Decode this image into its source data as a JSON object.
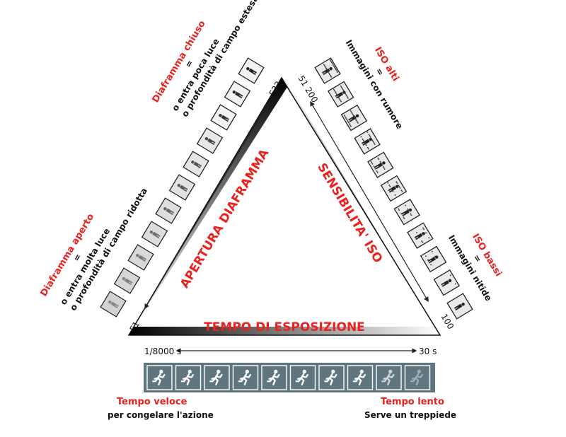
{
  "diagram": {
    "bottom": {
      "axis_title": "TEMPO DI ESPOSIZIONE",
      "range_fast": "1/8000 s",
      "range_slow": "30 s",
      "left_caption_title": "Tempo veloce",
      "left_caption_text": "per congelare l'azione",
      "right_caption_title": "Tempo lento",
      "right_caption_text": "Serve un treppiede",
      "runner_icon": "running-person-icon"
    },
    "left": {
      "axis_title": "APERTURA DIAFRAMMA",
      "range_open": "F1",
      "range_closed": "F32",
      "open": {
        "title": "Diaframma aperto",
        "eq": "=",
        "line1": "o entra molta luce",
        "line2": "o profondità di campo ridotta"
      },
      "closed": {
        "title": "Diaframma chiuso",
        "eq": "=",
        "line1": "o entra poca luce",
        "line2": "o profondità di campo estesa"
      }
    },
    "right": {
      "axis_title": "SENSIBILITA' ISO",
      "range_high": "51 200",
      "range_low": "100",
      "high": {
        "title": "ISO alti",
        "eq": "=",
        "line1": "Immagini con rumore"
      },
      "low": {
        "title": "ISO bassi",
        "eq": "=",
        "line1": "Immagini nitide"
      }
    },
    "colors": {
      "accent_red": "#e8231f",
      "panel_slate": "#5f7580",
      "triangle_dark": "#000000"
    }
  }
}
